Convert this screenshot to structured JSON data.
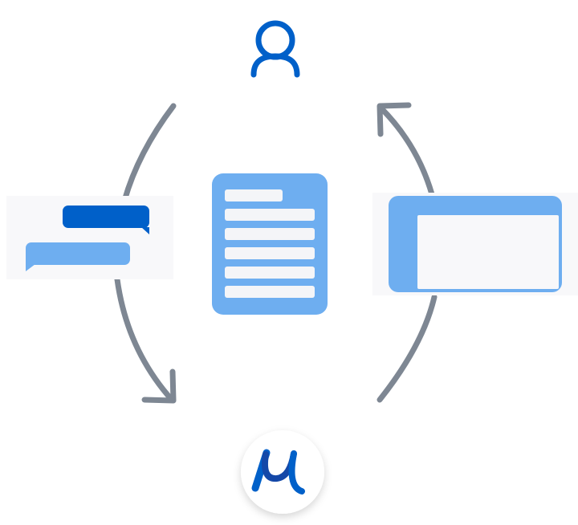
{
  "diagram": {
    "nodes": [
      {
        "id": "user",
        "icon": "user-icon",
        "role": "top"
      },
      {
        "id": "chat",
        "icon": "chat-bubbles-icon",
        "role": "left"
      },
      {
        "id": "document",
        "icon": "document-icon",
        "role": "center"
      },
      {
        "id": "window",
        "icon": "app-window-icon",
        "role": "right"
      },
      {
        "id": "mu-logo",
        "icon": "mu-logo-icon",
        "role": "bottom",
        "logo_text": "μ"
      }
    ],
    "edges": [
      {
        "from": "user",
        "to": "mu-logo",
        "via": "chat",
        "side": "left"
      },
      {
        "from": "mu-logo",
        "to": "user",
        "via": "window",
        "side": "right"
      }
    ]
  },
  "colors": {
    "primary_blue": "#0060c9",
    "light_blue": "#6eaef0",
    "arrow_gray": "#7e8793",
    "panel_bg": "#f8f8fa",
    "line_white": "#f4f5f8"
  }
}
